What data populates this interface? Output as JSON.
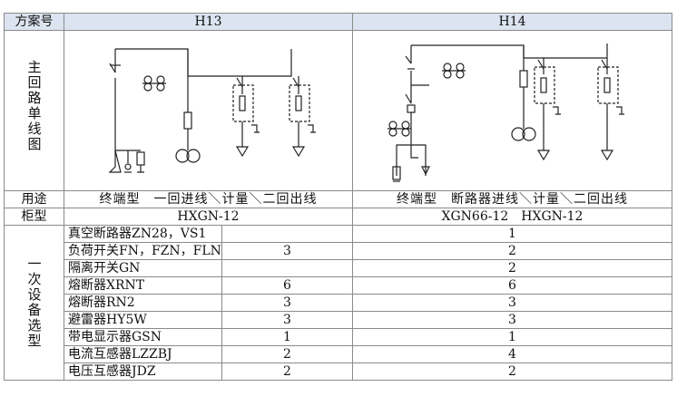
{
  "header": {
    "scheme_label": "方案号",
    "h13": "H13",
    "h14": "H14"
  },
  "rows": {
    "diagram_label": "主回路单线图",
    "usage_label": "用途",
    "usage_h13": "终端型　一回进线＼计量＼二回出线",
    "usage_h14": "终端型　断路器进线＼计量＼二回出线",
    "cabinet_label": "柜型",
    "cabinet_h13": "HXGN-12",
    "cabinet_h14": "XGN66-12　HXGN-12",
    "equipment_label": "一次设备选型"
  },
  "equipment": [
    {
      "name": "真空断路器ZN28，VS1",
      "h13": "",
      "h14": "1"
    },
    {
      "name": "负荷开关FN，FZN，FLN",
      "h13": "3",
      "h14": "2"
    },
    {
      "name": "隔离开关GN",
      "h13": "",
      "h14": "2"
    },
    {
      "name": "熔断器XRNT",
      "h13": "6",
      "h14": "6"
    },
    {
      "name": "熔断器RN2",
      "h13": "3",
      "h14": "3"
    },
    {
      "name": "避雷器HY5W",
      "h13": "3",
      "h14": "3"
    },
    {
      "name": "带电显示器GSN",
      "h13": "1",
      "h14": "1"
    },
    {
      "name": "电流互感器LZZBJ",
      "h13": "2",
      "h14": "4"
    },
    {
      "name": "电压互感器JDZ",
      "h13": "2",
      "h14": "2"
    }
  ],
  "colors": {
    "header_bg": "#dbe4f0",
    "border": "#8a8a8a",
    "line": "#222222"
  }
}
